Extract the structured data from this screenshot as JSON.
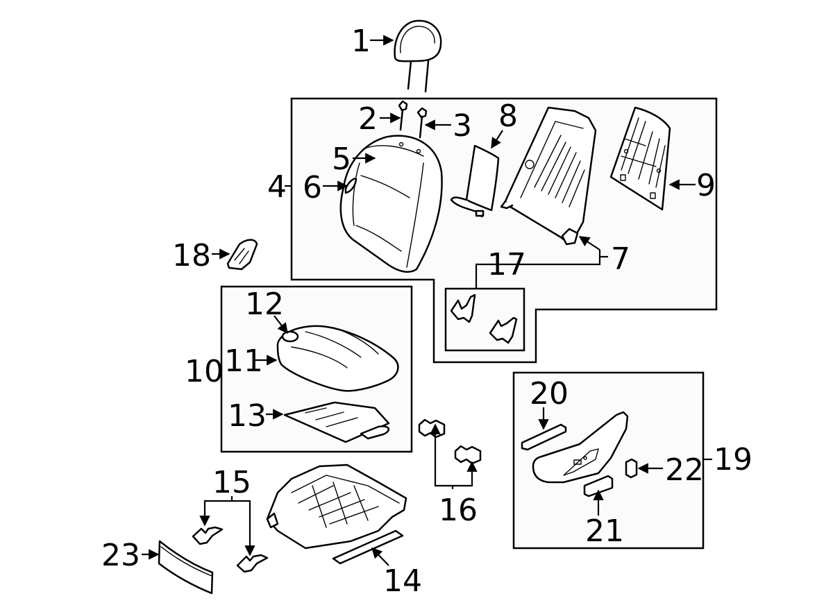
{
  "diagram": {
    "title": "Seat assembly exploded parts diagram",
    "colors": {
      "line": "#000000",
      "background": "#ffffff",
      "group_fill": "#fbfbfb"
    },
    "groups": [
      {
        "id": "seatback",
        "callout": "4",
        "members": [
          "5",
          "6",
          "7",
          "8",
          "9",
          "17"
        ]
      },
      {
        "id": "cushion",
        "callout": "10",
        "members": [
          "11",
          "12",
          "13"
        ]
      },
      {
        "id": "recliner-brackets",
        "callout": "17",
        "members": []
      },
      {
        "id": "side-cover",
        "callout": "19",
        "members": [
          "20",
          "21",
          "22"
        ]
      }
    ],
    "callouts": [
      {
        "number": "1",
        "part": "headrest"
      },
      {
        "number": "2",
        "part": "headrest-guide-left"
      },
      {
        "number": "3",
        "part": "headrest-guide-right"
      },
      {
        "number": "4",
        "part": "seatback-assembly"
      },
      {
        "number": "5",
        "part": "seatback-cover"
      },
      {
        "number": "6",
        "part": "seatback-side-trim"
      },
      {
        "number": "7",
        "part": "seatback-frame"
      },
      {
        "number": "8",
        "part": "lumbar-support"
      },
      {
        "number": "9",
        "part": "seatback-back-panel"
      },
      {
        "number": "10",
        "part": "cushion-assembly"
      },
      {
        "number": "11",
        "part": "cushion-cover"
      },
      {
        "number": "12",
        "part": "cushion-pad"
      },
      {
        "number": "13",
        "part": "cushion-heater"
      },
      {
        "number": "14",
        "part": "seat-track-frame"
      },
      {
        "number": "15",
        "part": "track-covers"
      },
      {
        "number": "16",
        "part": "clips"
      },
      {
        "number": "17",
        "part": "recliner-brackets"
      },
      {
        "number": "18",
        "part": "recliner-cover"
      },
      {
        "number": "19",
        "part": "side-cover-assembly"
      },
      {
        "number": "20",
        "part": "switch-bezel"
      },
      {
        "number": "21",
        "part": "switch-knob"
      },
      {
        "number": "22",
        "part": "switch-knob-small"
      },
      {
        "number": "23",
        "part": "front-trim-panel"
      }
    ]
  }
}
